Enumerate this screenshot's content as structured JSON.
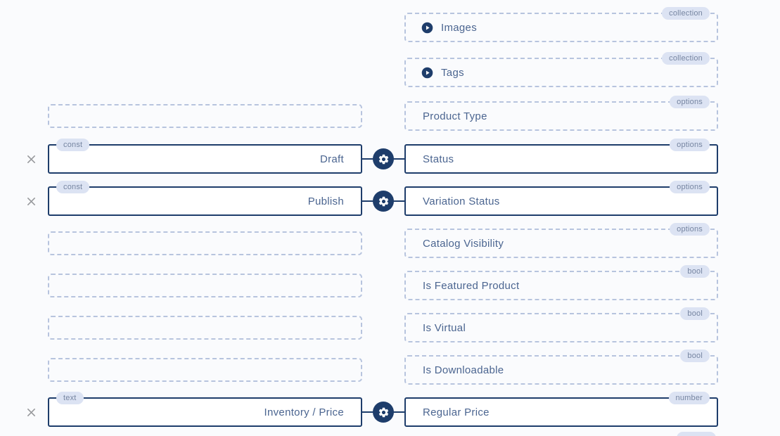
{
  "colors": {
    "navy": "#1e3d6b",
    "dashed_border": "#b7c4de",
    "label_text": "#4b6590",
    "badge_background": "#dce3f3",
    "badge_text": "#7685a1",
    "page_background": "#fafbfd",
    "close_icon": "#97999c"
  },
  "rows": [
    {
      "type": "collection",
      "target": {
        "label": "Images",
        "badge": "collection"
      }
    },
    {
      "type": "collection",
      "target": {
        "label": "Tags",
        "badge": "collection"
      }
    },
    {
      "type": "unmapped",
      "target": {
        "label": "Product Type",
        "badge": "options"
      }
    },
    {
      "type": "mapped",
      "source": {
        "badge": "const",
        "value": "Draft"
      },
      "target": {
        "label": "Status",
        "badge": "options"
      }
    },
    {
      "type": "mapped",
      "source": {
        "badge": "const",
        "value": "Publish"
      },
      "target": {
        "label": "Variation Status",
        "badge": "options"
      }
    },
    {
      "type": "unmapped",
      "target": {
        "label": "Catalog Visibility",
        "badge": "options"
      }
    },
    {
      "type": "unmapped",
      "target": {
        "label": "Is Featured Product",
        "badge": "bool"
      }
    },
    {
      "type": "unmapped",
      "target": {
        "label": "Is Virtual",
        "badge": "bool"
      }
    },
    {
      "type": "unmapped",
      "target": {
        "label": "Is Downloadable",
        "badge": "bool"
      }
    },
    {
      "type": "mapped",
      "source": {
        "badge": "text",
        "value": "Inventory / Price"
      },
      "target": {
        "label": "Regular Price",
        "badge": "number"
      }
    }
  ]
}
